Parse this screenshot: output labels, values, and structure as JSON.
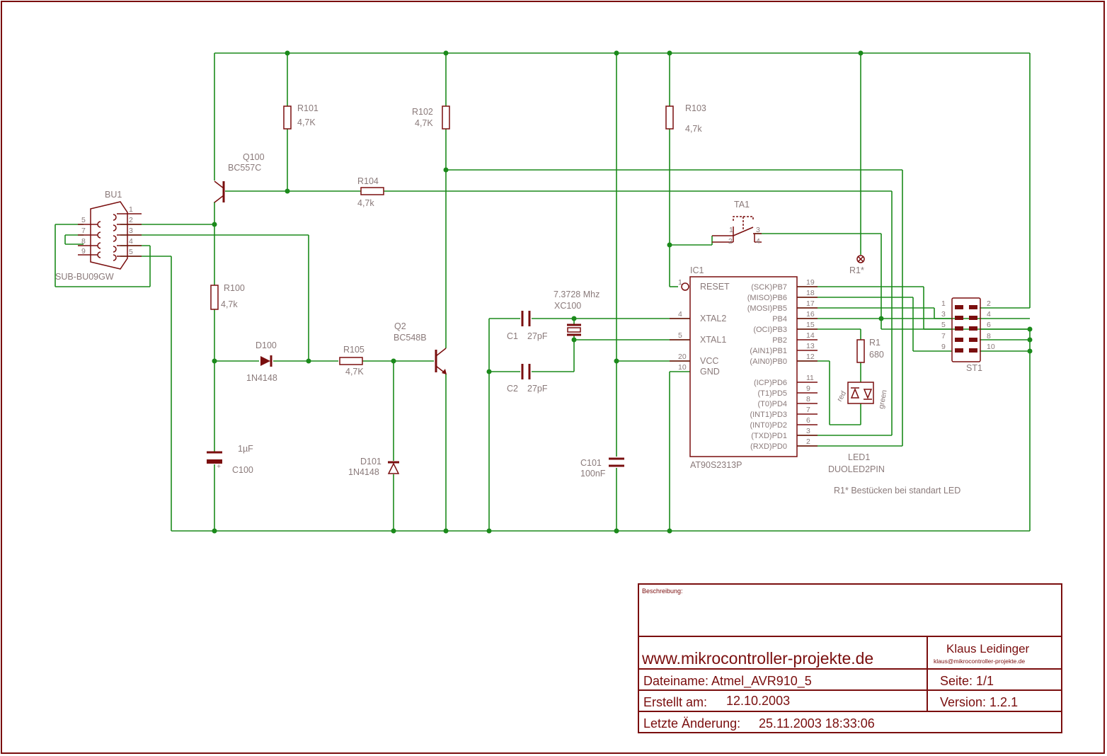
{
  "components": {
    "bu1": {
      "name": "BU1",
      "value": "SUB-BU09GW",
      "pins_left": [
        "5",
        "7",
        "8",
        "9"
      ],
      "pins_right": [
        "1",
        "2",
        "3",
        "4",
        "5"
      ]
    },
    "q100": {
      "name": "Q100",
      "value": "BC557C"
    },
    "q2": {
      "name": "Q2",
      "value": "BC548B"
    },
    "r100": {
      "name": "R100",
      "value": "4,7k"
    },
    "r101": {
      "name": "R101",
      "value": "4,7K"
    },
    "r102": {
      "name": "R102",
      "value": "4,7K"
    },
    "r103": {
      "name": "R103",
      "value": "4,7k"
    },
    "r104": {
      "name": "R104",
      "value": "4,7k"
    },
    "r105": {
      "name": "R105",
      "value": "4,7K"
    },
    "r1": {
      "name": "R1",
      "value": "680"
    },
    "r1star": {
      "name": "R1*"
    },
    "d100": {
      "name": "D100",
      "value": "1N4148"
    },
    "d101": {
      "name": "D101",
      "value": "1N4148"
    },
    "c100": {
      "name": "C100",
      "value": "1µF"
    },
    "c101": {
      "name": "C101",
      "value": "100nF"
    },
    "c1": {
      "name": "C1",
      "value": "27pF"
    },
    "c2": {
      "name": "C2",
      "value": "27pF"
    },
    "xtal": {
      "name": "XC100",
      "value": "7.3728 Mhz"
    },
    "ta1": {
      "name": "TA1",
      "pins": [
        "1",
        "2",
        "3",
        "4"
      ]
    },
    "led1": {
      "name": "LED1",
      "value": "DUOLED2PIN",
      "red": "red",
      "green": "green"
    },
    "st1": {
      "name": "ST1",
      "pins_left": [
        "1",
        "3",
        "5",
        "7",
        "9"
      ],
      "pins_right": [
        "2",
        "4",
        "6",
        "8",
        "10"
      ]
    },
    "ic1": {
      "name": "IC1",
      "value": "AT90S2313P",
      "left_pins": [
        {
          "num": "1",
          "label": "RESET"
        },
        {
          "num": "4",
          "label": "XTAL2"
        },
        {
          "num": "5",
          "label": "XTAL1"
        },
        {
          "num": "20",
          "label": "VCC"
        },
        {
          "num": "10",
          "label": "GND"
        }
      ],
      "right_pins": [
        {
          "num": "19",
          "label": "(SCK)PB7"
        },
        {
          "num": "18",
          "label": "(MISO)PB6"
        },
        {
          "num": "17",
          "label": "(MOSI)PB5"
        },
        {
          "num": "16",
          "label": "PB4"
        },
        {
          "num": "15",
          "label": "(OCI)PB3"
        },
        {
          "num": "14",
          "label": "PB2"
        },
        {
          "num": "13",
          "label": "(AIN1)PB1"
        },
        {
          "num": "12",
          "label": "(AIN0)PB0"
        },
        {
          "num": "11",
          "label": "(ICP)PD6"
        },
        {
          "num": "9",
          "label": "(T1)PD5"
        },
        {
          "num": "8",
          "label": "(T0)PD4"
        },
        {
          "num": "7",
          "label": "(INT1)PD3"
        },
        {
          "num": "6",
          "label": "(INT0)PD2"
        },
        {
          "num": "3",
          "label": "(TXD)PD1"
        },
        {
          "num": "2",
          "label": "(RXD)PD0"
        }
      ]
    }
  },
  "note": "R1* Bestücken bei standart LED",
  "title_block": {
    "description_label": "Beschreibung:",
    "website": "www.mikrocontroller-projekte.de",
    "author": "Klaus Leidinger",
    "email": "klaus@mikrocontroller-projekte.de",
    "filename": "Dateiname: Atmel_AVR910_5",
    "page": "Seite:  1/1",
    "created_label": "Erstellt am:",
    "created_value": "12.10.2003",
    "version": "Version: 1.2.1",
    "modified_label": "Letzte Änderung:",
    "modified_value": "25.11.2003 18:33:06"
  },
  "colors": {
    "frame": "#7a0e0e",
    "wire": "#1b8a1b",
    "label": "#8a7a7a"
  }
}
